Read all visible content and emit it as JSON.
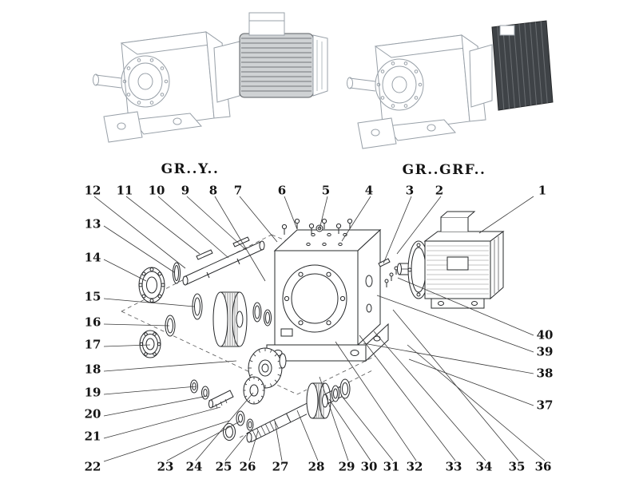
{
  "figures": {
    "left": {
      "caption": "GR..Y..",
      "name": "helical-gearmotor-with-fan-motor"
    },
    "right": {
      "caption": "GR..GRF..",
      "name": "helical-gearmotor-with-brake-motor"
    }
  },
  "exploded_view": {
    "part_numbers": [
      "1",
      "2",
      "3",
      "4",
      "5",
      "6",
      "7",
      "8",
      "9",
      "10",
      "11",
      "12",
      "13",
      "14",
      "15",
      "16",
      "17",
      "18",
      "19",
      "20",
      "21",
      "22",
      "23",
      "24",
      "25",
      "26",
      "27",
      "28",
      "29",
      "30",
      "31",
      "32",
      "33",
      "34",
      "35",
      "36",
      "37",
      "38",
      "39",
      "40"
    ]
  },
  "colors": {
    "background": "#ffffff",
    "dark_line": "#26282a",
    "light_line": "#98a0a8",
    "motor_block_fill": "#3f4347"
  }
}
